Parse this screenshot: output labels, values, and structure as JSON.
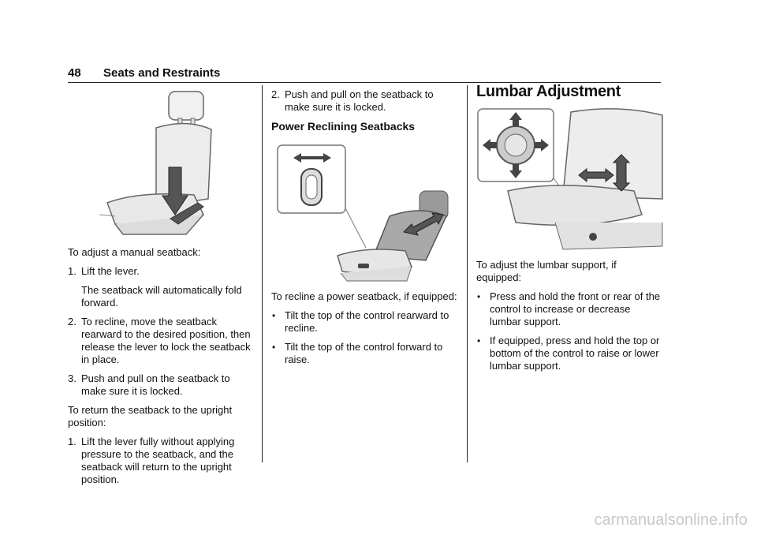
{
  "header": {
    "page_number": "48",
    "section_title": "Seats and Restraints"
  },
  "col1": {
    "intro": "To adjust a manual seatback:",
    "steps": [
      {
        "num": "1.",
        "text": "Lift the lever."
      },
      {
        "sub": "The seatback will automatically fold forward."
      },
      {
        "num": "2.",
        "text": "To recline, move the seatback rearward to the desired position, then release the lever to lock the seatback in place."
      },
      {
        "num": "3.",
        "text": "Push and pull on the seatback to make sure it is locked."
      }
    ],
    "return_intro": "To return the seatback to the upright position:",
    "return_step": {
      "num": "1.",
      "text": "Lift the lever fully without applying pressure to the seatback, and the seatback will return to the upright position."
    }
  },
  "col2": {
    "cont_step": {
      "num": "2.",
      "text": "Push and pull on the seatback to make sure it is locked."
    },
    "heading": "Power Reclining Seatbacks",
    "intro": "To recline a power seatback, if equipped:",
    "bullets": [
      "Tilt the top of the control rearward to recline.",
      "Tilt the top of the control forward to raise."
    ]
  },
  "col3": {
    "heading": "Lumbar Adjustment",
    "intro": "To adjust the lumbar support, if equipped:",
    "bullets": [
      "Press and hold the front or rear of the control to increase or decrease lumbar support.",
      "If equipped, press and hold the top or bottom of the control to raise or lower lumbar support."
    ]
  },
  "bullet_symbol": "•",
  "watermark": "carmanualsonline.info"
}
